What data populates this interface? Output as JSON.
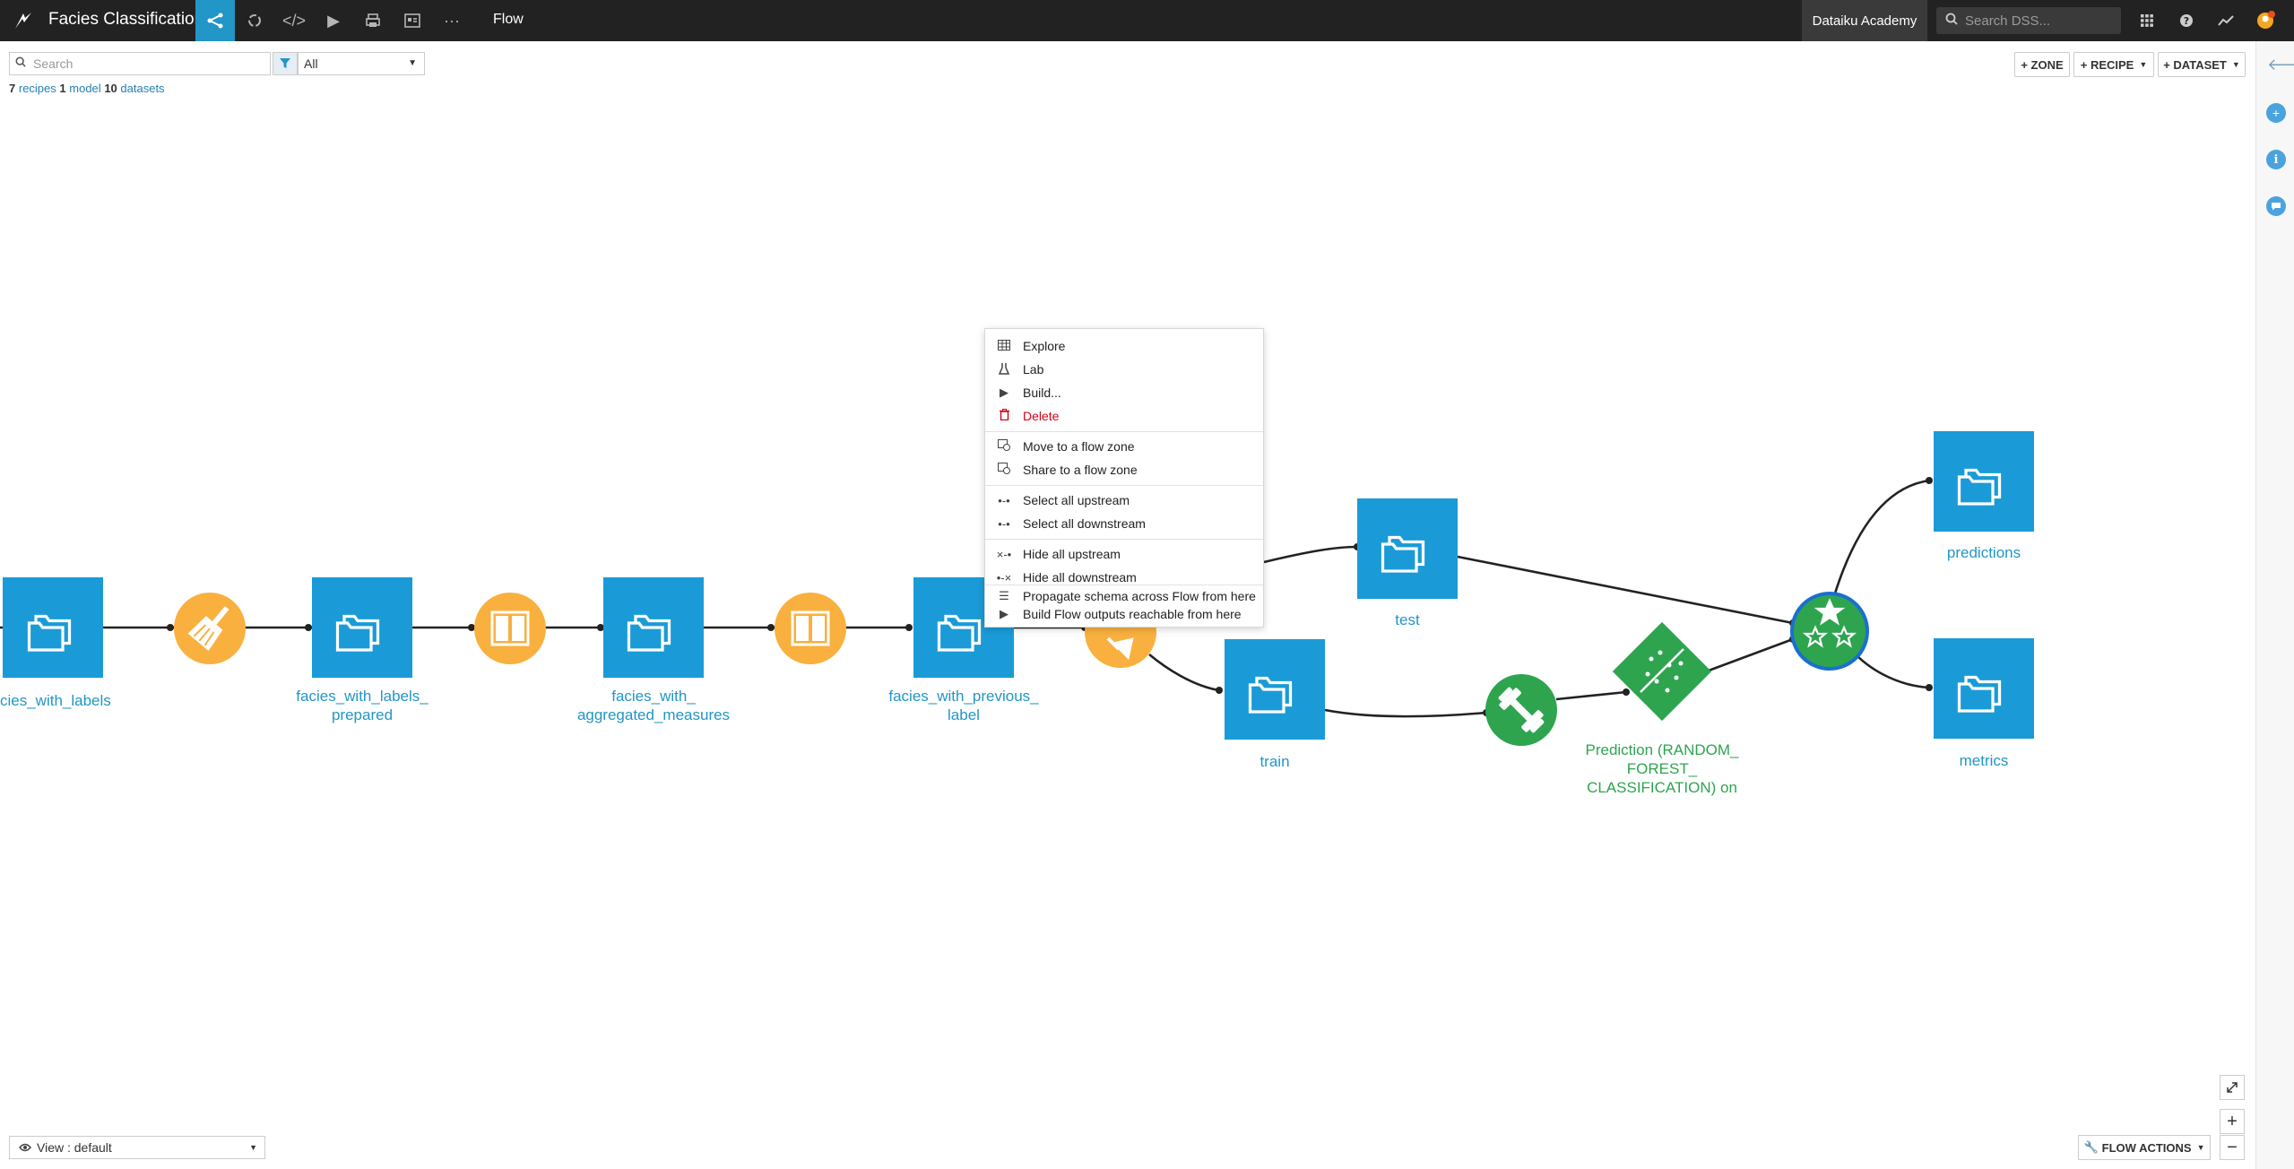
{
  "app": {
    "project_name": "Facies Classification",
    "current_view_label": "Flow",
    "academy_label": "Dataiku Academy",
    "global_search_placeholder": "Search DSS..."
  },
  "nav_icons": [
    "flow-icon",
    "recycle-icon",
    "code-icon",
    "play-icon",
    "print-icon",
    "dashboard-icon",
    "more-icon"
  ],
  "filter_bar": {
    "search_placeholder": "Search",
    "filter_value": "All",
    "counts": {
      "recipes_num": "7",
      "recipes_label": "recipes",
      "model_num": "1",
      "model_label": "model",
      "datasets_num": "10",
      "datasets_label": "datasets"
    }
  },
  "buttons": {
    "zone": "+ ZONE",
    "recipe": "+ RECIPE",
    "dataset": "+ DATASET",
    "flow_actions": "FLOW ACTIONS"
  },
  "view": {
    "label": "View : default"
  },
  "nodes": {
    "datasets": [
      {
        "id": "facies_with_labels",
        "label": "cies_with_labels"
      },
      {
        "id": "prepared",
        "line1": "facies_with_labels_",
        "line2": "prepared"
      },
      {
        "id": "aggregated",
        "line1": "facies_with_",
        "line2": "aggregated_measures"
      },
      {
        "id": "previous",
        "line1": "facies_with_previous_",
        "line2": "label"
      },
      {
        "id": "test",
        "label": "test"
      },
      {
        "id": "train",
        "label": "train"
      },
      {
        "id": "predictions",
        "label": "predictions"
      },
      {
        "id": "metrics",
        "label": "metrics"
      }
    ],
    "model": {
      "line1": "Prediction (RANDOM_",
      "line2": "FOREST_",
      "line3": "CLASSIFICATION) on"
    }
  },
  "context_menu": {
    "items": [
      {
        "label": "Explore",
        "icon": "table-icon"
      },
      {
        "label": "Lab",
        "icon": "lab-icon"
      },
      {
        "label": "Build...",
        "icon": "play-icon"
      },
      {
        "label": "Delete",
        "icon": "trash-icon"
      },
      {
        "label": "Move to a flow zone",
        "icon": "zone-move-icon"
      },
      {
        "label": "Share to a flow zone",
        "icon": "zone-share-icon"
      },
      {
        "label": "Select all upstream",
        "icon": "upstream-icon"
      },
      {
        "label": "Select all downstream",
        "icon": "downstream-icon"
      },
      {
        "label": "Hide all upstream",
        "icon": "hide-upstream-icon"
      },
      {
        "label": "Hide all downstream",
        "icon": "hide-downstream-icon"
      },
      {
        "label": "Propagate schema across Flow from here",
        "icon": "list-icon"
      },
      {
        "label": "Build Flow outputs reachable from here",
        "icon": "play-icon"
      }
    ]
  },
  "colors": {
    "dataset_blue": "#1a9bd7",
    "recipe_orange": "#f9b03f",
    "model_green": "#2ea44f",
    "danger_red": "#d0021b"
  }
}
